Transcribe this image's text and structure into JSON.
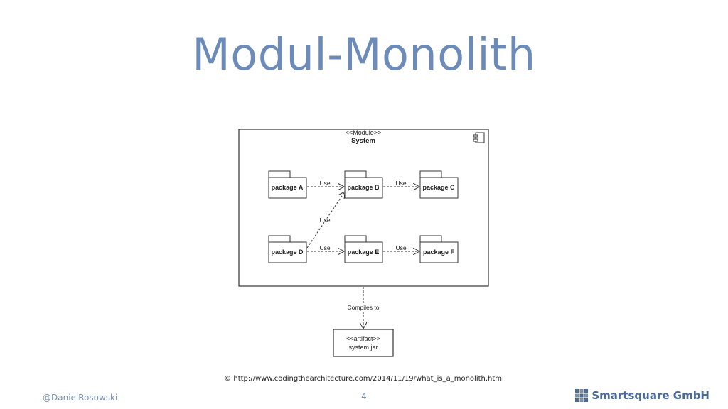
{
  "title": "Modul-Monolith",
  "diagram": {
    "module": {
      "stereotype": "<<Module>>",
      "name": "System"
    },
    "packages": {
      "a": "package A",
      "b": "package B",
      "c": "package C",
      "d": "package D",
      "e": "package E",
      "f": "package F"
    },
    "dependency_label": "Use",
    "compile_label": "Compiles to",
    "artifact": {
      "stereotype": "<<artifact>>",
      "name": "system.jar"
    }
  },
  "credit": "© http://www.codingthearchitecture.com/2014/11/19/what_is_a_monolith.html",
  "footer": {
    "author": "@DanielRosowski",
    "page_number": "4",
    "company": "Smartsquare GmbH"
  },
  "colors": {
    "title": "#6d8bb8",
    "footer": "#7a8fb0",
    "brand": "#4a6a9a"
  }
}
